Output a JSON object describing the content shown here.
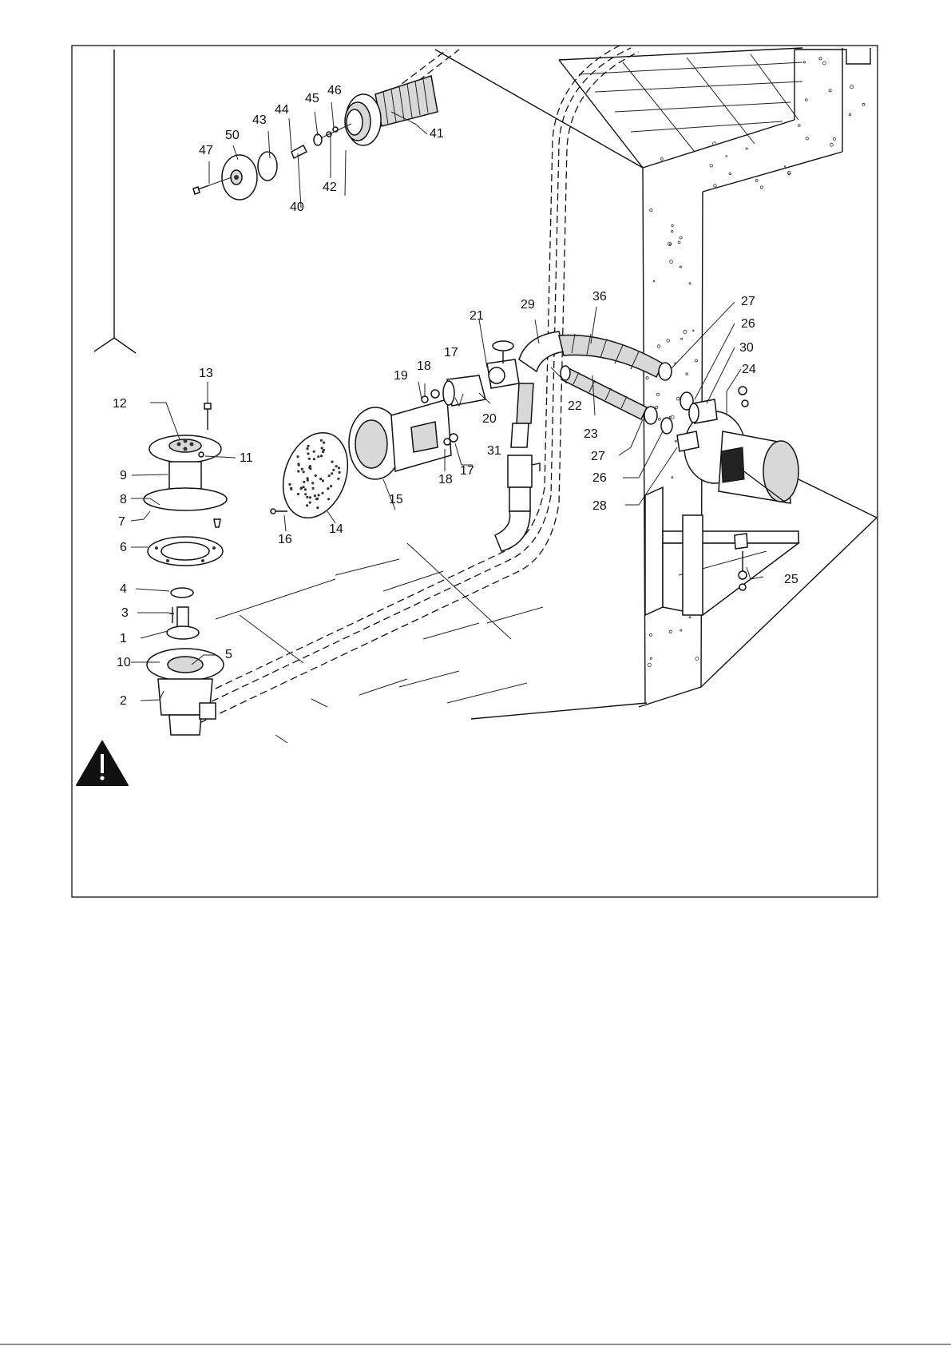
{
  "callouts": [
    {
      "text": "1"
    },
    {
      "text": "2"
    },
    {
      "text": "3"
    },
    {
      "text": "4"
    },
    {
      "text": "5"
    },
    {
      "text": "6"
    },
    {
      "text": "7"
    },
    {
      "text": "8"
    },
    {
      "text": "9"
    },
    {
      "text": "10"
    },
    {
      "text": "11"
    },
    {
      "text": "12"
    },
    {
      "text": "13"
    },
    {
      "text": "14"
    },
    {
      "text": "15"
    },
    {
      "text": "16"
    },
    {
      "text": "17"
    },
    {
      "text": "17"
    },
    {
      "text": "18"
    },
    {
      "text": "18"
    },
    {
      "text": "19"
    },
    {
      "text": "20"
    },
    {
      "text": "21"
    },
    {
      "text": "22"
    },
    {
      "text": "23"
    },
    {
      "text": "24"
    },
    {
      "text": "25"
    },
    {
      "text": "26"
    },
    {
      "text": "26"
    },
    {
      "text": "27"
    },
    {
      "text": "27"
    },
    {
      "text": "28"
    },
    {
      "text": "29"
    },
    {
      "text": "30"
    },
    {
      "text": "31"
    },
    {
      "text": "36"
    },
    {
      "text": "40"
    },
    {
      "text": "41"
    },
    {
      "text": "42"
    },
    {
      "text": "43"
    },
    {
      "text": "44"
    },
    {
      "text": "45"
    },
    {
      "text": "46"
    },
    {
      "text": "47"
    },
    {
      "text": "50"
    }
  ],
  "warning_icon": "warning-triangle-icon"
}
